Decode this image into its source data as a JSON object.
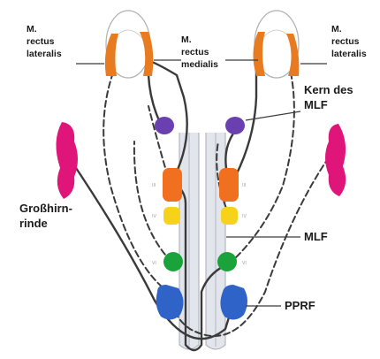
{
  "labels": {
    "rectus_lateralis_left": [
      "M.",
      "rectus",
      "lateralis"
    ],
    "rectus_medialis": [
      "M.",
      "rectus",
      "medialis"
    ],
    "rectus_lateralis_right": [
      "M.",
      "rectus",
      "lateralis"
    ],
    "kern_mlf": [
      "Kern des",
      "MLF"
    ],
    "grosshirnrinde": [
      "Großhirn-",
      "rinde"
    ],
    "mlf": "MLF",
    "pprf": "PPRF"
  },
  "nucleus_labels": {
    "iii": "III",
    "iv": "IV",
    "vi": "VI"
  },
  "colors": {
    "oculomotor_muscle": "#e87a20",
    "mlf_nucleus": "#6a3fb0",
    "cortex": "#e0157a",
    "nucleus_iii": "#f07020",
    "nucleus_iv": "#f6d21a",
    "nucleus_vi": "#1aa33a",
    "pprf": "#2f63c8",
    "brainstem_column": "#d9dbe3",
    "pathway": "#3a3a3a"
  }
}
